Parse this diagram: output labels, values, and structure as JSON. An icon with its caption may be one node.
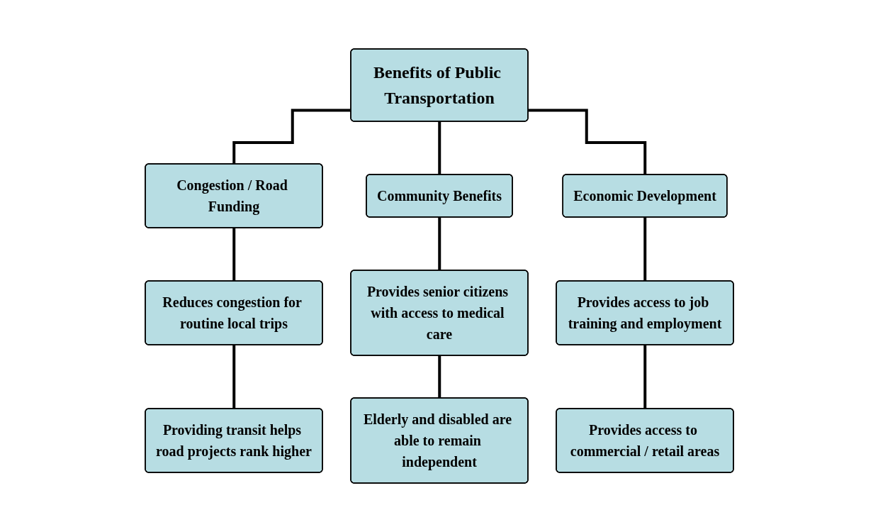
{
  "diagram": {
    "nodes": [
      {
        "text": [
          "Benefits of Public Transportation"
        ]
      },
      {
        "text": [
          "Congestion / Road Funding"
        ]
      },
      {
        "text": [
          "Community Benefits"
        ]
      },
      {
        "text": [
          "Economic Development"
        ]
      },
      {
        "text": [
          "Reduces congestion for routine local trips"
        ]
      },
      {
        "text": [
          "Provides senior citizens with access to medical care"
        ]
      },
      {
        "text": [
          "Provides access to job training and employment"
        ]
      },
      {
        "text": [
          "Providing transit helps road projects rank higher"
        ]
      },
      {
        "text": [
          "Elderly and disabled are able to remain independent"
        ]
      },
      {
        "text": [
          "Provides access to commercial / retail areas"
        ]
      }
    ],
    "edges": [
      {
        "from": 0,
        "to": 1,
        "arrow": "none"
      },
      {
        "from": 0,
        "to": 2,
        "arrow": "none"
      },
      {
        "from": 0,
        "to": 3,
        "arrow": "none"
      },
      {
        "from": 1,
        "to": 4,
        "arrow": "none"
      },
      {
        "from": 2,
        "to": 5,
        "arrow": "none"
      },
      {
        "from": 3,
        "to": 6,
        "arrow": "none"
      },
      {
        "from": 4,
        "to": 7,
        "arrow": "none"
      },
      {
        "from": 5,
        "to": 8,
        "arrow": "none"
      },
      {
        "from": 6,
        "to": 9,
        "arrow": "none"
      }
    ]
  }
}
